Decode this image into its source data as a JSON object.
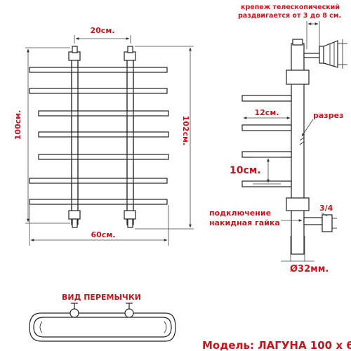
{
  "front_view": {
    "width_top_label": "20см.",
    "height_left_label": "100см.",
    "height_right_label": "102см.",
    "width_bottom_label": "60см."
  },
  "side_view": {
    "mount_note_line1": "крепеж телескопический",
    "mount_note_line2": "раздвигается от 3 до 8 см.",
    "bar_length_label": "12см.",
    "cut_label": "разрез",
    "spacing_label": "10см.",
    "thread_label": "3/4",
    "connection_line1": "подключение",
    "connection_line2": "накидная гайка",
    "diameter_label": "Ø32мм."
  },
  "bridge_view": {
    "title": "ВИД ПЕРЕМЫЧКИ"
  },
  "model_label": "Модель: ЛАГУНА 100 x 60",
  "colors": {
    "label": "#c4161c",
    "outline": "#222222"
  }
}
